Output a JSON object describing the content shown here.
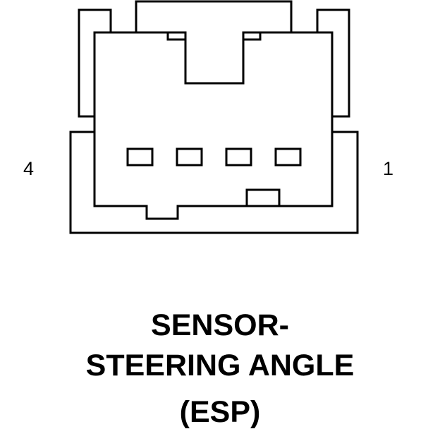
{
  "diagram": {
    "pin_labels": {
      "left": "4",
      "right": "1"
    },
    "title_lines": [
      "SENSOR-",
      "STEERING ANGLE",
      "(ESP)"
    ],
    "colors": {
      "stroke": "#000000",
      "background": "#ffffff"
    }
  }
}
